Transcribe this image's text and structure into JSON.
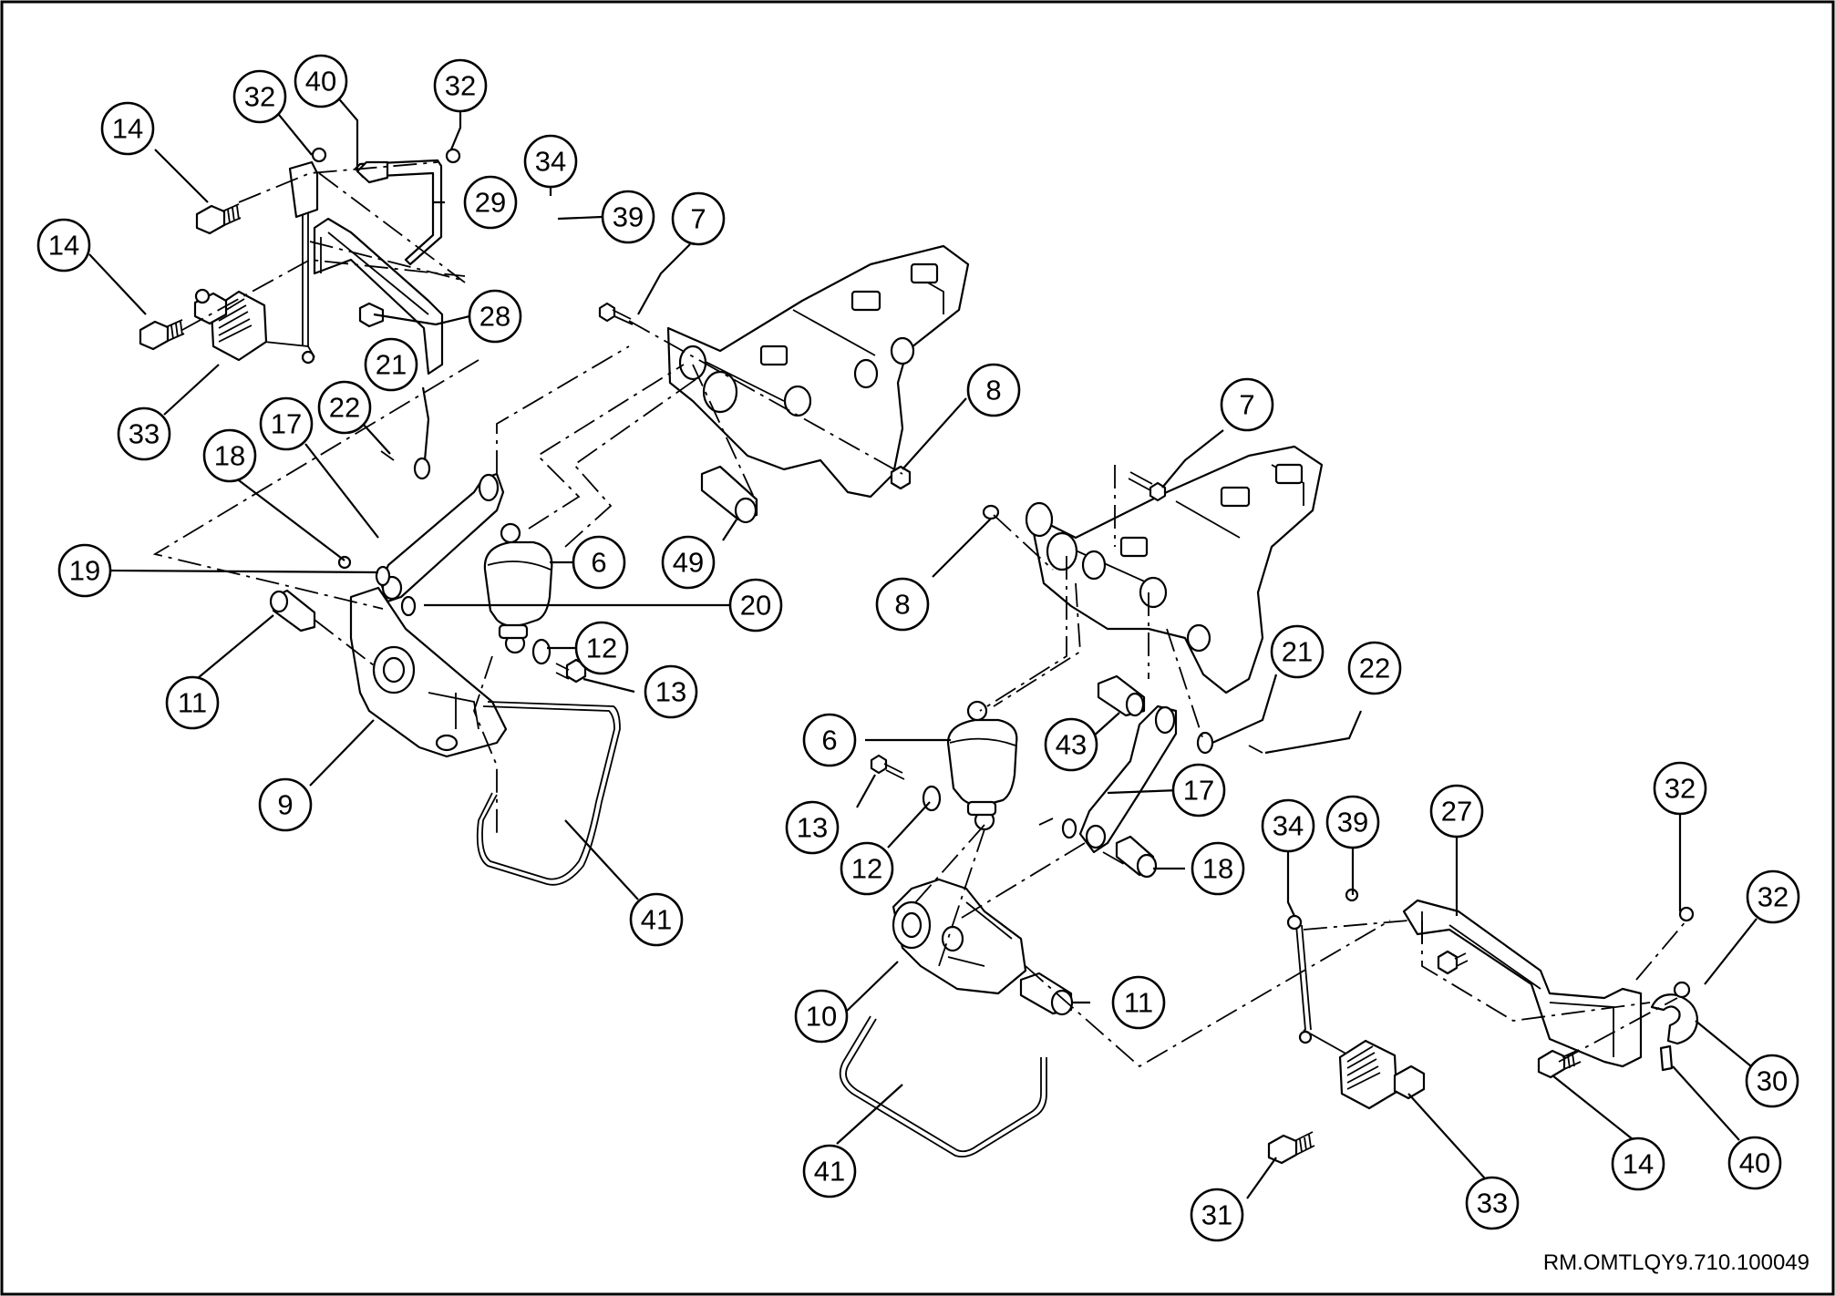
{
  "document_reference": "RM.OMTLQY9.710.100049",
  "callouts": {
    "left_14_upper": "14",
    "left_32_a": "32",
    "left_40": "40",
    "left_32_b": "32",
    "left_29": "29",
    "left_34": "34",
    "left_39": "39",
    "left_14_lower": "14",
    "left_28": "28",
    "left_33": "33",
    "left_21": "21",
    "left_22": "22",
    "left_17": "17",
    "left_18": "18",
    "left_19": "19",
    "left_6": "6",
    "left_20": "20",
    "left_11": "11",
    "left_12": "12",
    "left_13": "13",
    "left_9": "9",
    "left_41": "41",
    "left_7": "7",
    "left_8": "8",
    "left_49": "49",
    "right_7": "7",
    "right_8": "8",
    "right_21": "21",
    "right_22": "22",
    "right_43": "43",
    "right_6": "6",
    "right_17": "17",
    "right_13": "13",
    "right_12": "12",
    "right_18": "18",
    "right_34": "34",
    "right_39": "39",
    "right_27": "27",
    "right_32_a": "32",
    "right_32_b": "32",
    "right_10": "10",
    "right_11": "11",
    "right_30": "30",
    "right_40": "40",
    "right_14": "14",
    "right_41": "41",
    "right_31": "31",
    "right_33": "33"
  }
}
